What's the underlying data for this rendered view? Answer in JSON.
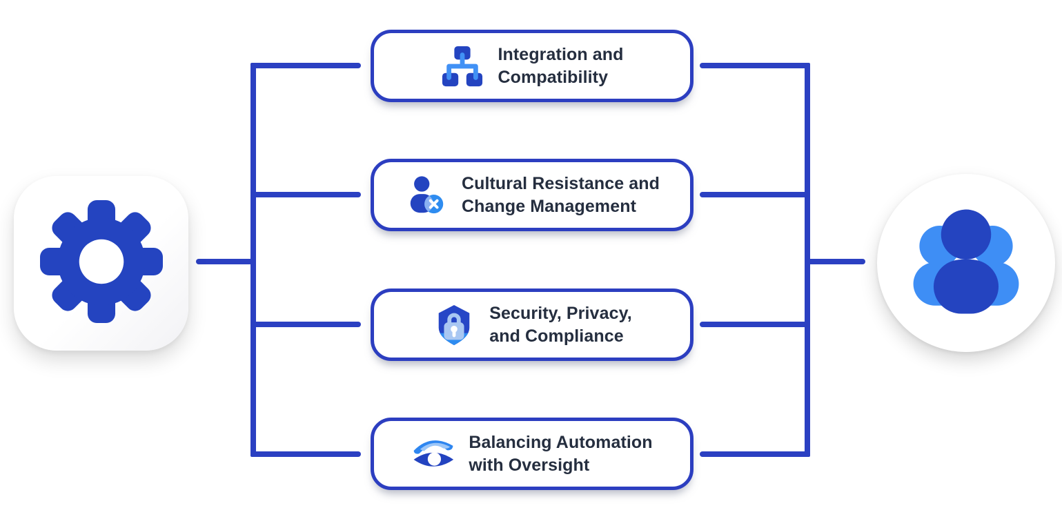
{
  "diagram": {
    "title": "automation challenges diagram",
    "source": {
      "icon": "gear-icon",
      "description": "settings gear in rounded square card"
    },
    "target": {
      "icon": "people-group-icon",
      "description": "group of people in circular card"
    },
    "nodes": [
      {
        "id": "integration-compatibility",
        "icon": "hierarchy-icon",
        "label": "Integration and\nCompatibility"
      },
      {
        "id": "cultural-resistance",
        "icon": "person-x-icon",
        "label": "Cultural Resistance and\nChange Management"
      },
      {
        "id": "security-privacy",
        "icon": "shield-lock-icon",
        "label": "Security, Privacy,\nand Compliance"
      },
      {
        "id": "automation-oversight",
        "icon": "eye-icon",
        "label": "Balancing Automation\nwith Oversight"
      }
    ],
    "colors": {
      "connector_blue": "#2b40c2",
      "node_border_blue": "#2c3ec0",
      "icon_dark_blue": "#2444c0",
      "icon_bright_blue": "#2e8cf0",
      "icon_light_blue": "#a9c7f2",
      "people_light_blue": "#3e8ef5",
      "text_dark": "#252e3f",
      "background": "#ffffff"
    }
  }
}
